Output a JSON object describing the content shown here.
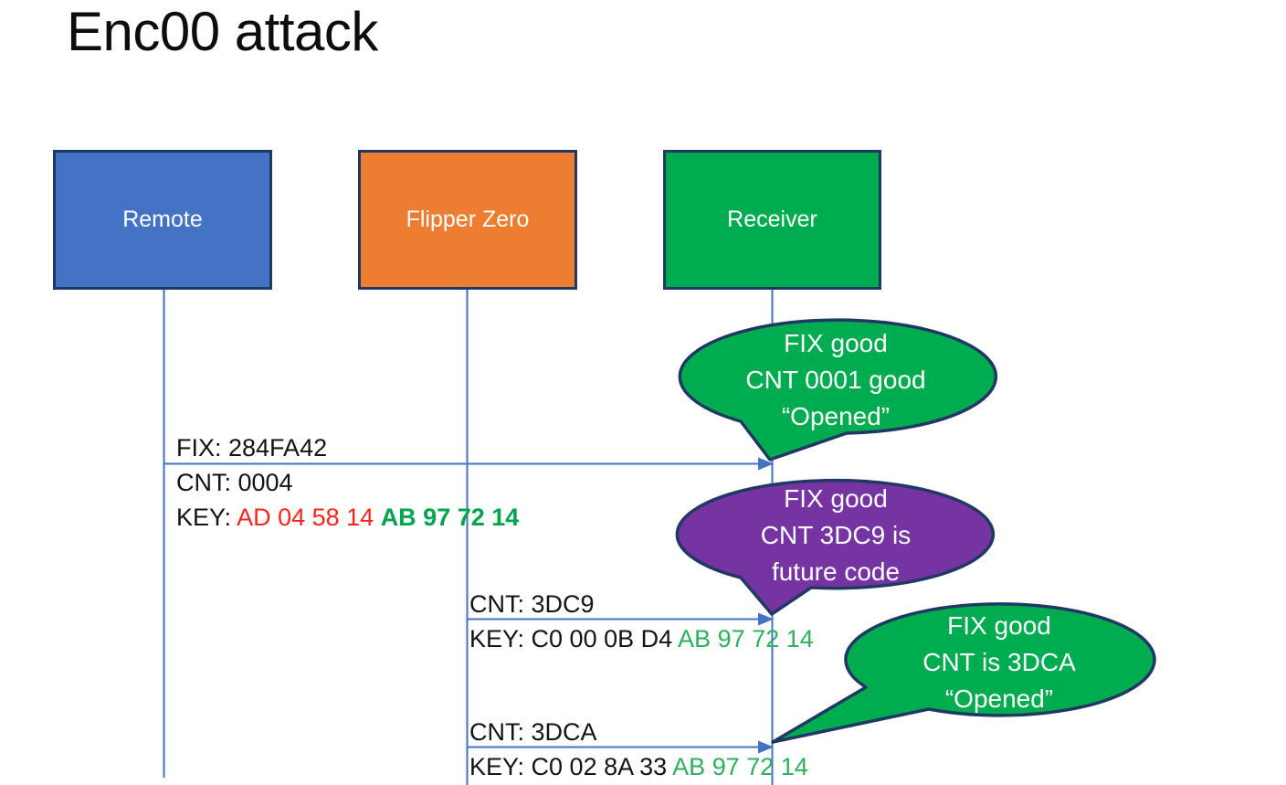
{
  "slide": {
    "title": "Enc00 attack"
  },
  "colors": {
    "outline": "#203864",
    "connector": "#4472C4",
    "message_text": "#141414",
    "key_red": "#FA241C",
    "key_green_bold": "#00A44C",
    "key_green": "#2EB05C",
    "bubble_text": "#FFFFFF"
  },
  "actors": [
    {
      "label": "Remote",
      "fill": "#4472C4"
    },
    {
      "label": "Flipper Zero",
      "fill": "#ED7D31"
    },
    {
      "label": "Receiver",
      "fill": "#00AC50"
    }
  ],
  "messages": [
    {
      "from": "Remote",
      "to": "Receiver",
      "fix": "FIX: 284FA42",
      "cnt": "CNT: 0004",
      "key_prefix": "KEY: ",
      "key_changing": "AD 04 58 14 ",
      "key_fixed": "AB 97 72 14"
    },
    {
      "from": "Flipper Zero",
      "to": "Receiver",
      "cnt": "CNT: 3DC9",
      "key_prefix": "KEY: C0 00 0B D4 ",
      "key_fixed": "AB 97 72 14"
    },
    {
      "from": "Flipper Zero",
      "to": "Receiver",
      "cnt": "CNT: 3DCA",
      "key_prefix": "KEY: C0 02 8A 33 ",
      "key_fixed": "AB 97 72 14"
    }
  ],
  "bubbles": [
    {
      "fill": "#00AC50",
      "line1": "FIX good",
      "line2": "CNT 0001 good",
      "line3": "“Opened”"
    },
    {
      "fill": "#7633A2",
      "line1": "FIX good",
      "line2": "CNT 3DC9 is",
      "line3": "future code"
    },
    {
      "fill": "#00AC50",
      "line1": "FIX good",
      "line2": "CNT is 3DCA",
      "line3": "“Opened”"
    }
  ]
}
